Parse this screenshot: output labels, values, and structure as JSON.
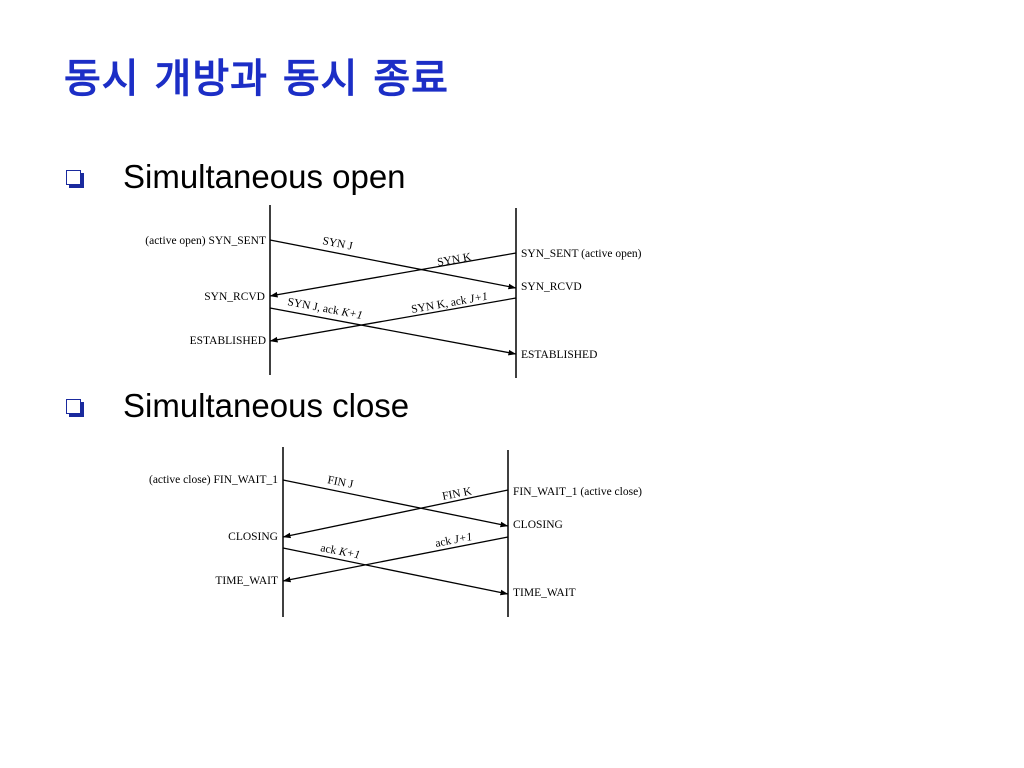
{
  "title": "동시 개방과 동시 종료",
  "bullets": [
    {
      "text": "Simultaneous open"
    },
    {
      "text": "Simultaneous close"
    }
  ],
  "open_diagram": {
    "left_states": [
      "(active open) SYN_SENT",
      "SYN_RCVD",
      "ESTABLISHED"
    ],
    "right_states": [
      "SYN_SENT (active open)",
      "SYN_RCVD",
      "ESTABLISHED"
    ],
    "messages": {
      "syn_j": "SYN J",
      "syn_k": "SYN K",
      "syn_j_ack_prefix": "SYN J, ack ",
      "syn_j_ack_italic": "K+1",
      "syn_k_ack_prefix": "SYN K, ack ",
      "syn_k_ack_italic": "J+1"
    }
  },
  "close_diagram": {
    "left_states": [
      "(active close) FIN_WAIT_1",
      "CLOSING",
      "TIME_WAIT"
    ],
    "right_states": [
      "FIN_WAIT_1 (active close)",
      "CLOSING",
      "TIME_WAIT"
    ],
    "messages": {
      "fin_j": "FIN J",
      "fin_k": "FIN K",
      "ack_k_prefix": "ack ",
      "ack_k_italic": "K+1",
      "ack_j_prefix": "ack ",
      "ack_j_italic": "J+1"
    }
  },
  "colors": {
    "title": "#1c2ec6",
    "bullet": "#1a2a9e",
    "text": "#000000",
    "lines": "#000000"
  }
}
